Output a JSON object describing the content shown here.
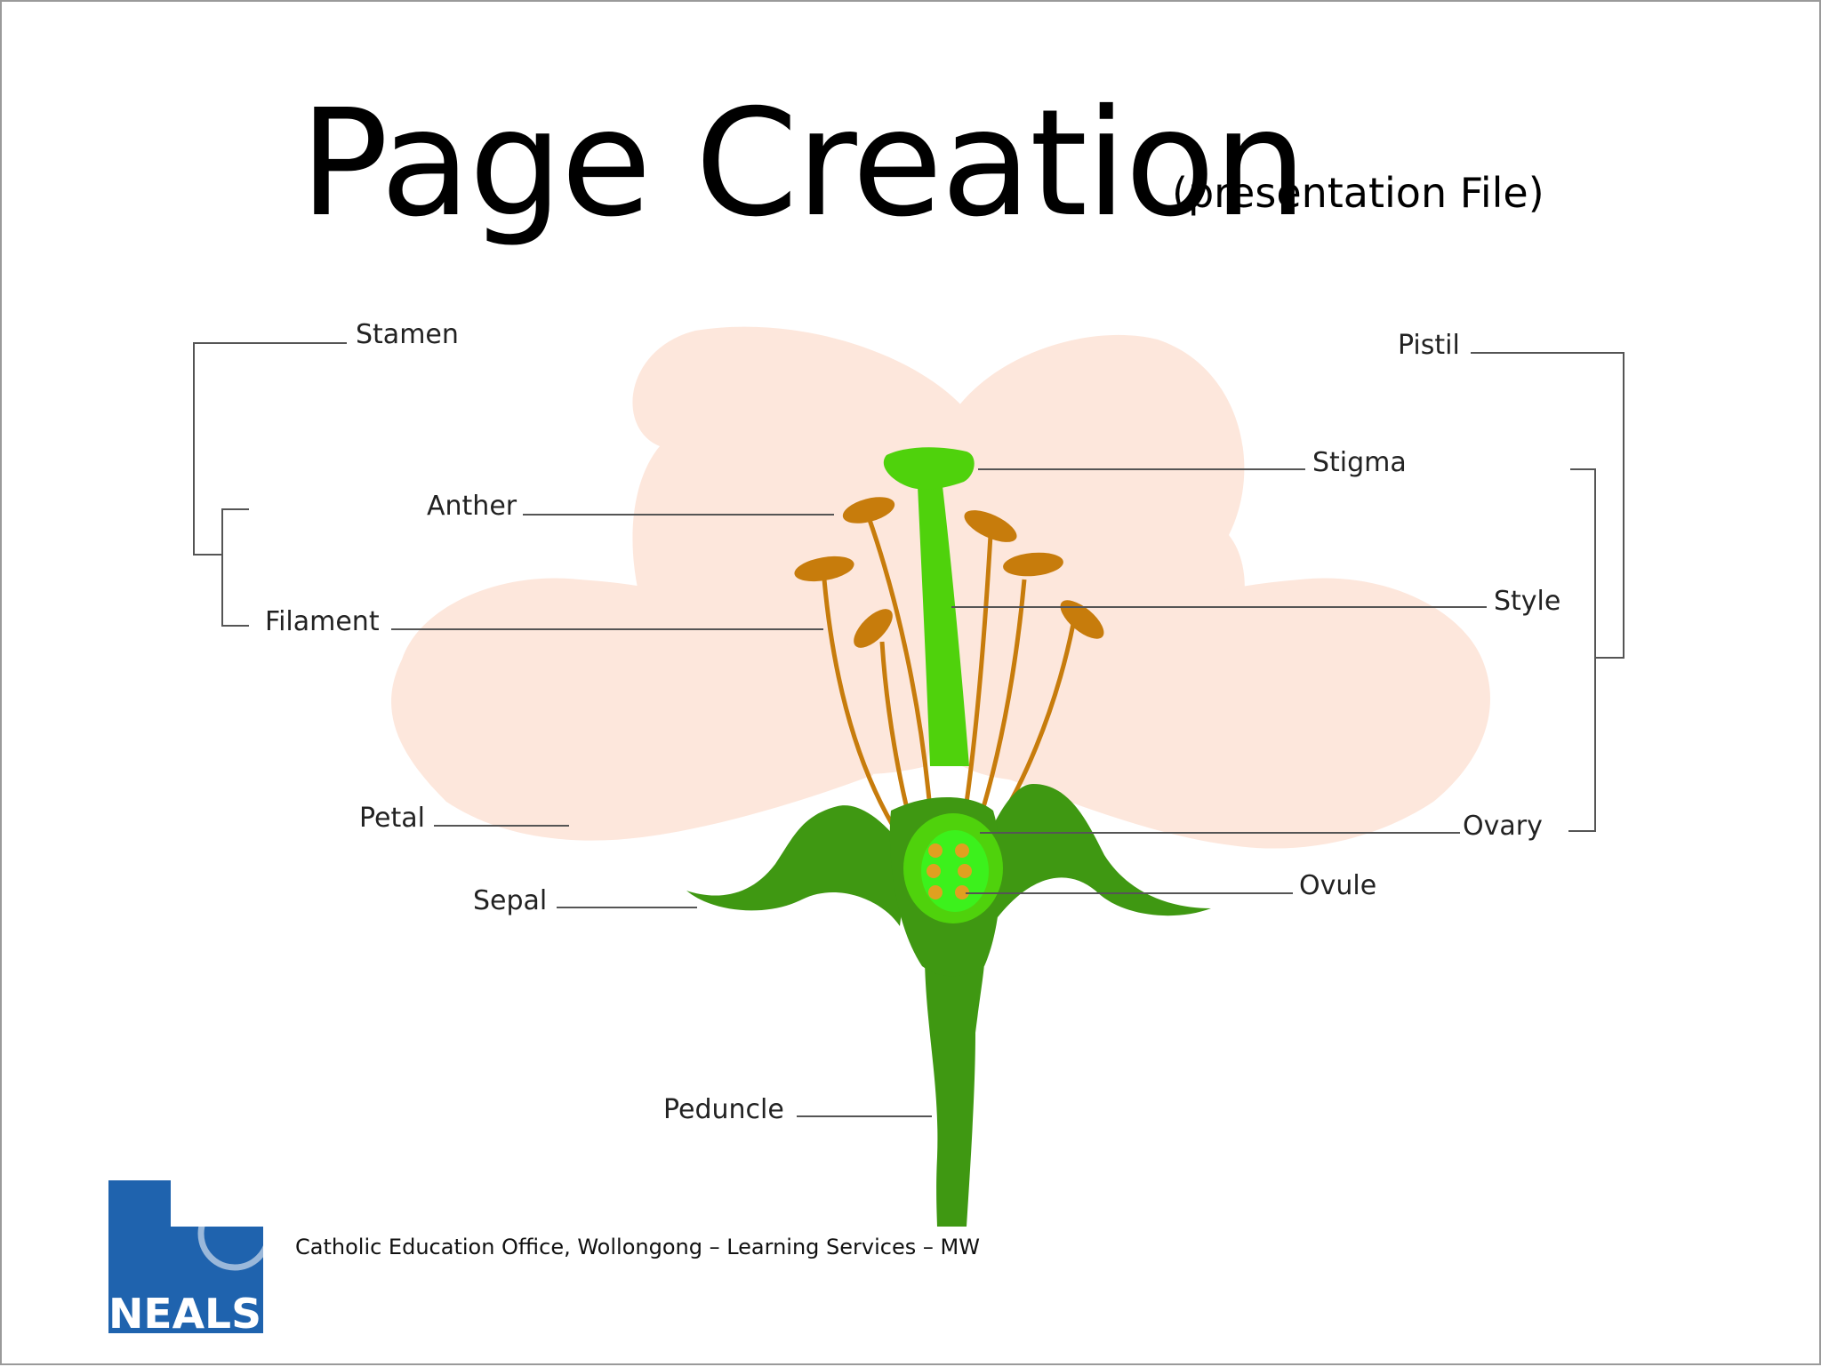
{
  "slide": {
    "title": "Page Creation",
    "subtitle": "(presentation File)",
    "footer": "Catholic Education Office, Wollongong – Learning Services – MW",
    "logo_text": "NEALS"
  },
  "diagram": {
    "labels": {
      "stamen": "Stamen",
      "anther": "Anther",
      "filament": "Filament",
      "petal": "Petal",
      "sepal": "Sepal",
      "peduncle": "Peduncle",
      "pistil": "Pistil",
      "stigma": "Stigma",
      "style": "Style",
      "ovary": "Ovary",
      "ovule": "Ovule"
    }
  },
  "colors": {
    "petal": "#fde3d6",
    "stem": "#3f9812",
    "pistil": "#4fd20c",
    "ovary_inner": "#3cf11c",
    "anther": "#c77c0c",
    "ovule": "#e0a020",
    "logo": "#1f63ae"
  },
  "icons": {
    "logo": "neals-logo-icon"
  }
}
